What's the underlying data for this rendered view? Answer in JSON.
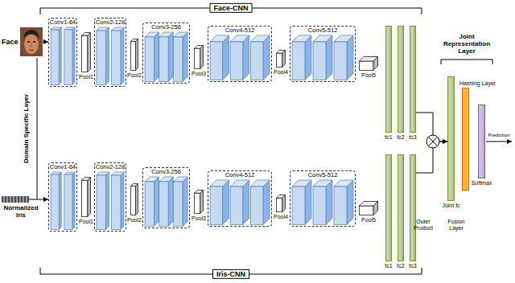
{
  "diagram": {
    "nodes": [
      {
        "text": [
          "Face"
        ]
      },
      {
        "text": [
          "Normalized Iris"
        ]
      },
      {
        "text": [
          "Conv1-64"
        ]
      },
      {
        "text": [
          "Pool1"
        ]
      },
      {
        "text": [
          "Conv2-128"
        ]
      },
      {
        "text": [
          "Pool2"
        ]
      },
      {
        "text": [
          "Conv3-256"
        ]
      },
      {
        "text": [
          "Pool3"
        ]
      },
      {
        "text": [
          "Conv4-512"
        ]
      },
      {
        "text": [
          "Pool4"
        ]
      },
      {
        "text": [
          "Conv5-512"
        ]
      },
      {
        "text": [
          "Pool5"
        ]
      },
      {
        "text": [
          "fc1"
        ]
      },
      {
        "text": [
          "fc2"
        ]
      },
      {
        "text": [
          "fc3"
        ]
      },
      {
        "text": [
          "Conv1-64"
        ]
      },
      {
        "text": [
          "Pool1"
        ]
      },
      {
        "text": [
          "Conv2-128"
        ]
      },
      {
        "text": [
          "Pool2"
        ]
      },
      {
        "text": [
          "Conv3-256"
        ]
      },
      {
        "text": [
          "Pool3"
        ]
      },
      {
        "text": [
          "Conv4-512"
        ]
      },
      {
        "text": [
          "Pool4"
        ]
      },
      {
        "text": [
          "Conv5-512"
        ]
      },
      {
        "text": [
          "Pool5"
        ]
      },
      {
        "text": [
          "fc1"
        ]
      },
      {
        "text": [
          "fc2"
        ]
      },
      {
        "text": [
          "fc3"
        ]
      },
      {
        "text": [
          "Joint fc"
        ]
      },
      {
        "text": [
          "Hashing Layer"
        ]
      },
      {
        "text": [
          "Softmax"
        ]
      }
    ],
    "edges": [
      {
        "from": 0,
        "to": 2,
        "arrow": "to"
      },
      {
        "from": 1,
        "to": 15,
        "arrow": "to"
      },
      {
        "from": 14,
        "to": 28,
        "arrow": "to"
      },
      {
        "from": 27,
        "to": 28,
        "arrow": "to"
      }
    ],
    "labels": [
      "Face-CNN",
      "Domain Specific Layer",
      "Joint Representation Layer",
      "Outer Product",
      "Fusion Layer",
      "Prediction",
      "Iris-CNN"
    ]
  }
}
